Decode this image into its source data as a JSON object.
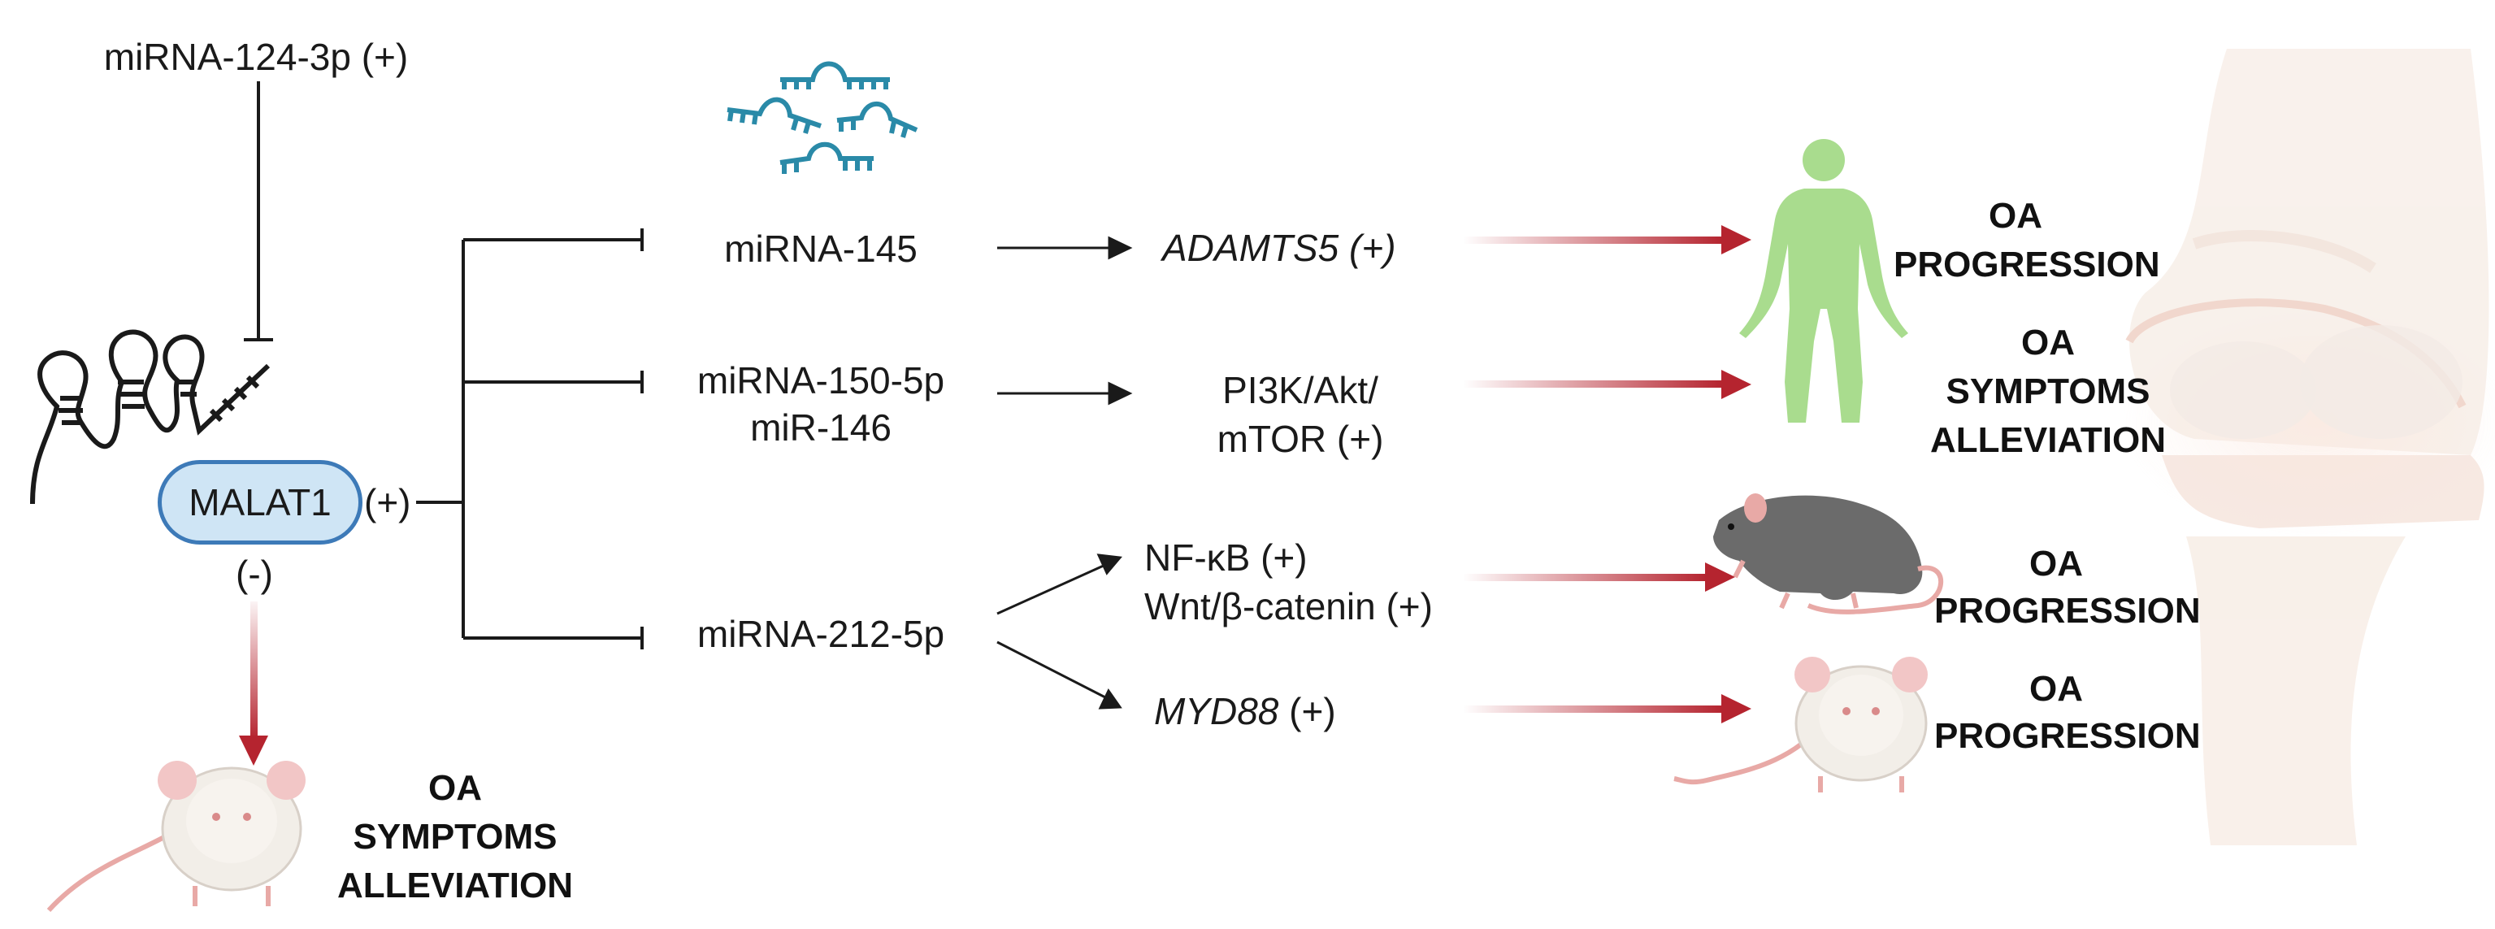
{
  "upstream": {
    "label": "miRNA-124-3p (+)"
  },
  "malat1": {
    "label": "MALAT1",
    "plus": "(+)",
    "minus": "(-)"
  },
  "targets": [
    {
      "label": "miRNA-145"
    },
    {
      "label_line1": "miRNA-150-5p",
      "label_line2": "miR-146"
    },
    {
      "label": "miRNA-212-5p"
    }
  ],
  "effectors": {
    "adamts5": {
      "gene": "ADAMTS5",
      "sign": "(+)"
    },
    "pi3k": {
      "line1": "PI3K/Akt/",
      "line2": "mTOR (+)"
    },
    "nfkb": {
      "line1": "NF-κB (+)",
      "line2": "Wnt/β-catenin (+)"
    },
    "myd88": {
      "gene": "MYD88",
      "sign": "(+)"
    }
  },
  "outcomes": [
    {
      "line1": "OA",
      "line2": "PROGRESSION"
    },
    {
      "line1": "OA",
      "line2": "SYMPTOMS",
      "line3": "ALLEVIATION"
    },
    {
      "line1": "OA",
      "line2": "PROGRESSION"
    },
    {
      "line1": "OA",
      "line2": "PROGRESSION"
    },
    {
      "line1": "OA",
      "line2": "SYMPTOMS",
      "line3": "ALLEVIATION"
    }
  ],
  "colors": {
    "red_arrow": "#b5242f",
    "black": "#1a1a1a",
    "pill_fill": "#cfe5f5",
    "pill_border": "#3d7ab8",
    "human": "#a9dc8e",
    "rat": "#6b6b6b",
    "mouse": "#f2eee8",
    "mirna": "#2a8aa8"
  },
  "icons": [
    "mirna-cluster-icon",
    "rna-hairpin-icon",
    "human-figure-icon",
    "rat-icon",
    "mouse-icon",
    "knee-joint-icon"
  ]
}
